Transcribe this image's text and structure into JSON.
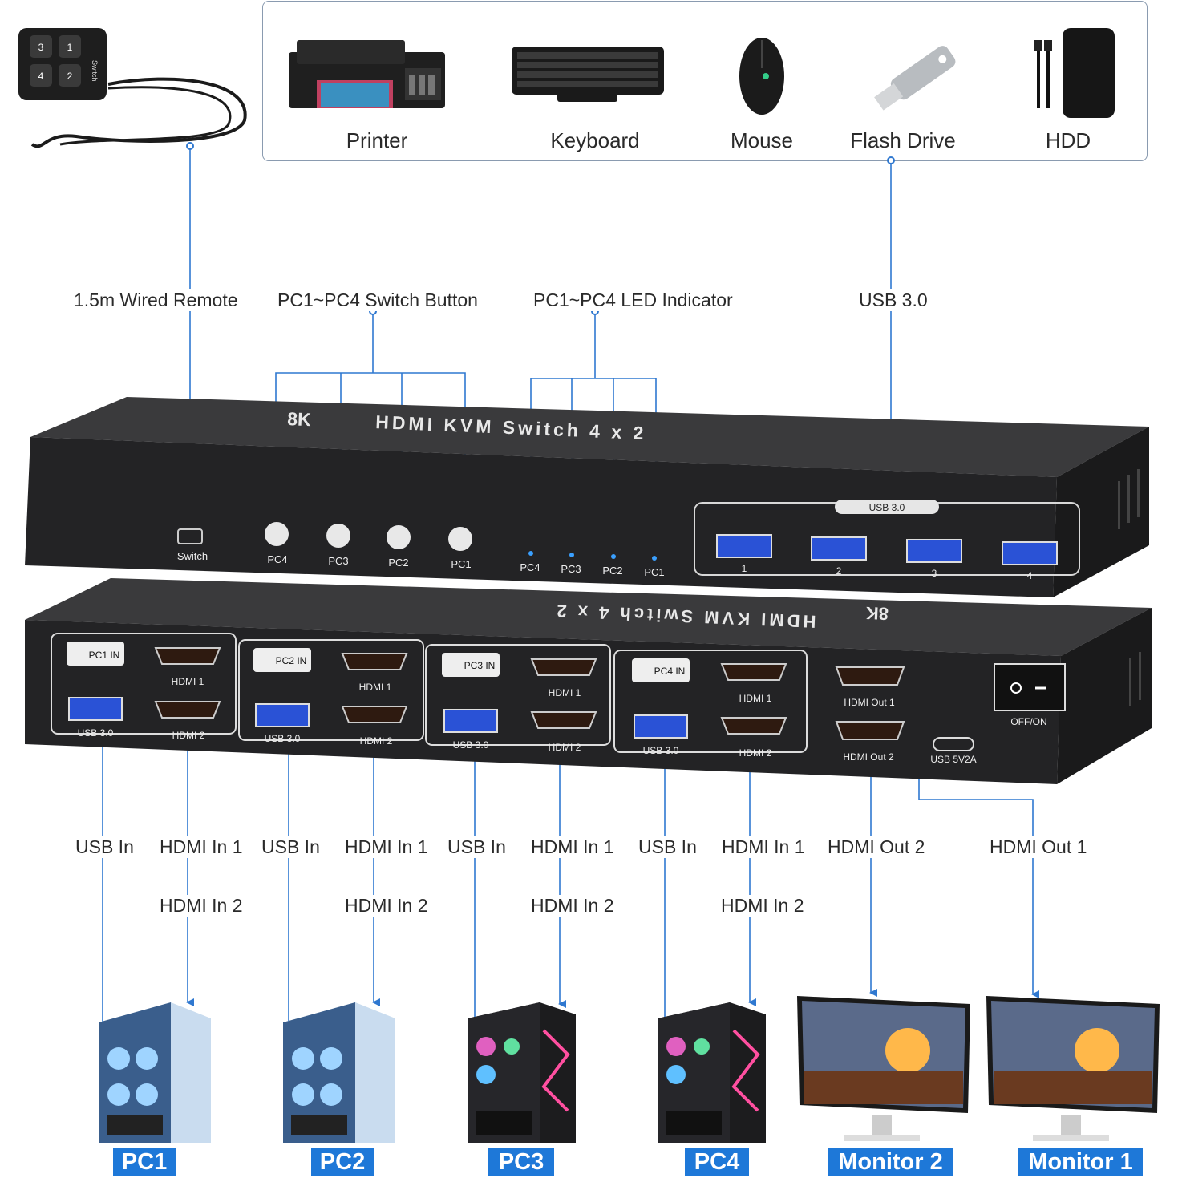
{
  "peripherals": [
    {
      "label": "Printer",
      "icon": "printer-icon"
    },
    {
      "label": "Keyboard",
      "icon": "keyboard-icon"
    },
    {
      "label": "Mouse",
      "icon": "mouse-icon"
    },
    {
      "label": "Flash Drive",
      "icon": "flash-drive-icon"
    },
    {
      "label": "HDD",
      "icon": "hdd-icon"
    }
  ],
  "remote": {
    "buttons": [
      "3",
      "1",
      "4",
      "2"
    ],
    "side_text": "Switch"
  },
  "callouts": {
    "wired_remote": "1.5m Wired Remote",
    "switch_button": "PC1~PC4 Switch Button",
    "led_indicator": "PC1~PC4 LED Indicator",
    "usb30": "USB 3.0"
  },
  "front_panel": {
    "title": "HDMI KVM Switch 4 x 2",
    "badge": "8K",
    "remote_port": "Switch",
    "buttons": [
      "PC4",
      "PC3",
      "PC2",
      "PC1"
    ],
    "leds": [
      "PC4",
      "PC3",
      "PC2",
      "PC1"
    ],
    "usb_group_label": "USB 3.0",
    "usb_ports": [
      "1",
      "2",
      "3",
      "4"
    ]
  },
  "rear_panel": {
    "title": "HDMI KVM Switch 4 x 2",
    "badge": "8K",
    "groups": [
      {
        "name": "PC1 IN",
        "usb": "USB 3.0",
        "hdmi1": "HDMI 1",
        "hdmi2": "HDMI 2"
      },
      {
        "name": "PC2 IN",
        "usb": "USB 3.0",
        "hdmi1": "HDMI 1",
        "hdmi2": "HDMI 2"
      },
      {
        "name": "PC3 IN",
        "usb": "USB 3.0",
        "hdmi1": "HDMI 1",
        "hdmi2": "HDMI 2"
      },
      {
        "name": "PC4 IN",
        "usb": "USB 3.0",
        "hdmi1": "HDMI 1",
        "hdmi2": "HDMI 2"
      }
    ],
    "hdmi_out1": "HDMI Out 1",
    "hdmi_out2": "HDMI Out 2",
    "usbc": "USB 5V2A",
    "power": "OFF/ON"
  },
  "bottom_labels": {
    "usb_in": "USB In",
    "hdmi_in1": "HDMI In 1",
    "hdmi_in2": "HDMI In 2",
    "hdmi_out2": "HDMI Out 2",
    "hdmi_out1": "HDMI Out 1"
  },
  "computers": [
    {
      "label": "PC1"
    },
    {
      "label": "PC2"
    },
    {
      "label": "PC3"
    },
    {
      "label": "PC4"
    }
  ],
  "monitors": [
    {
      "label": "Monitor 2"
    },
    {
      "label": "Monitor 1"
    }
  ],
  "colors": {
    "connector_line": "#2f78d0",
    "badge_blue": "#1e78d8",
    "device_body": "#2b2b2d",
    "usb_blue": "#2a52d6"
  }
}
